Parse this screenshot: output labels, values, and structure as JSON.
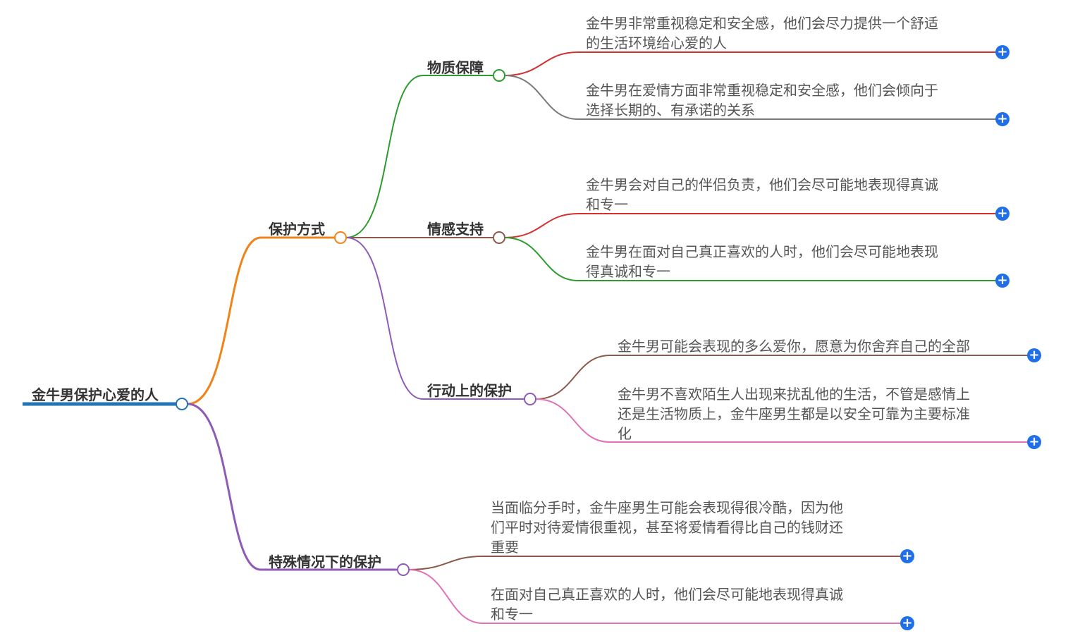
{
  "root": {
    "label": "金牛男保护心爱的人"
  },
  "branches": [
    {
      "label": "保护方式",
      "children": [
        {
          "label": "物质保障",
          "leaves": [
            [
              "金牛男非常重视稳定和安全感，他们会尽力提供一个舒适",
              "的生活环境给心爱的人"
            ],
            [
              "金牛男在爱情方面非常重视稳定和安全感，他们会倾向于",
              "选择长期的、有承诺的关系"
            ]
          ]
        },
        {
          "label": "情感支持",
          "leaves": [
            [
              "金牛男会对自己的伴侣负责，他们会尽可能地表现得真诚",
              "和专一"
            ],
            [
              "金牛男在面对自己真正喜欢的人时，他们会尽可能地表现",
              "得真诚和专一"
            ]
          ]
        },
        {
          "label": "行动上的保护",
          "leaves": [
            [
              "金牛男可能会表现的多么爱你，愿意为你舍弃自己的全部"
            ],
            [
              "金牛男不喜欢陌生人出现来扰乱他的生活，不管是感情上",
              "还是生活物质上，金牛座男生都是以安全可靠为主要标准",
              "化"
            ]
          ]
        }
      ]
    },
    {
      "label": "特殊情况下的保护",
      "leaves": [
        [
          "当面临分手时，金牛座男生可能会表现得很冷酷，因为他",
          "们平时对待爱情很重视，甚至将爱情看得比自己的钱财还",
          "重要"
        ],
        [
          "在面对自己真正喜欢的人时，他们会尽可能地表现得真诚",
          "和专一"
        ]
      ]
    }
  ],
  "icons": {
    "expand": "+"
  },
  "colors": {
    "root": "#2474b5",
    "orange": "#f0841a",
    "purple": "#8e5bb8",
    "green": "#2e9b2e",
    "brown": "#8b5a4a",
    "red": "#d3302f",
    "gray": "#7a7a7a",
    "pink": "#e272b7",
    "plus": "#1f6fe8"
  }
}
